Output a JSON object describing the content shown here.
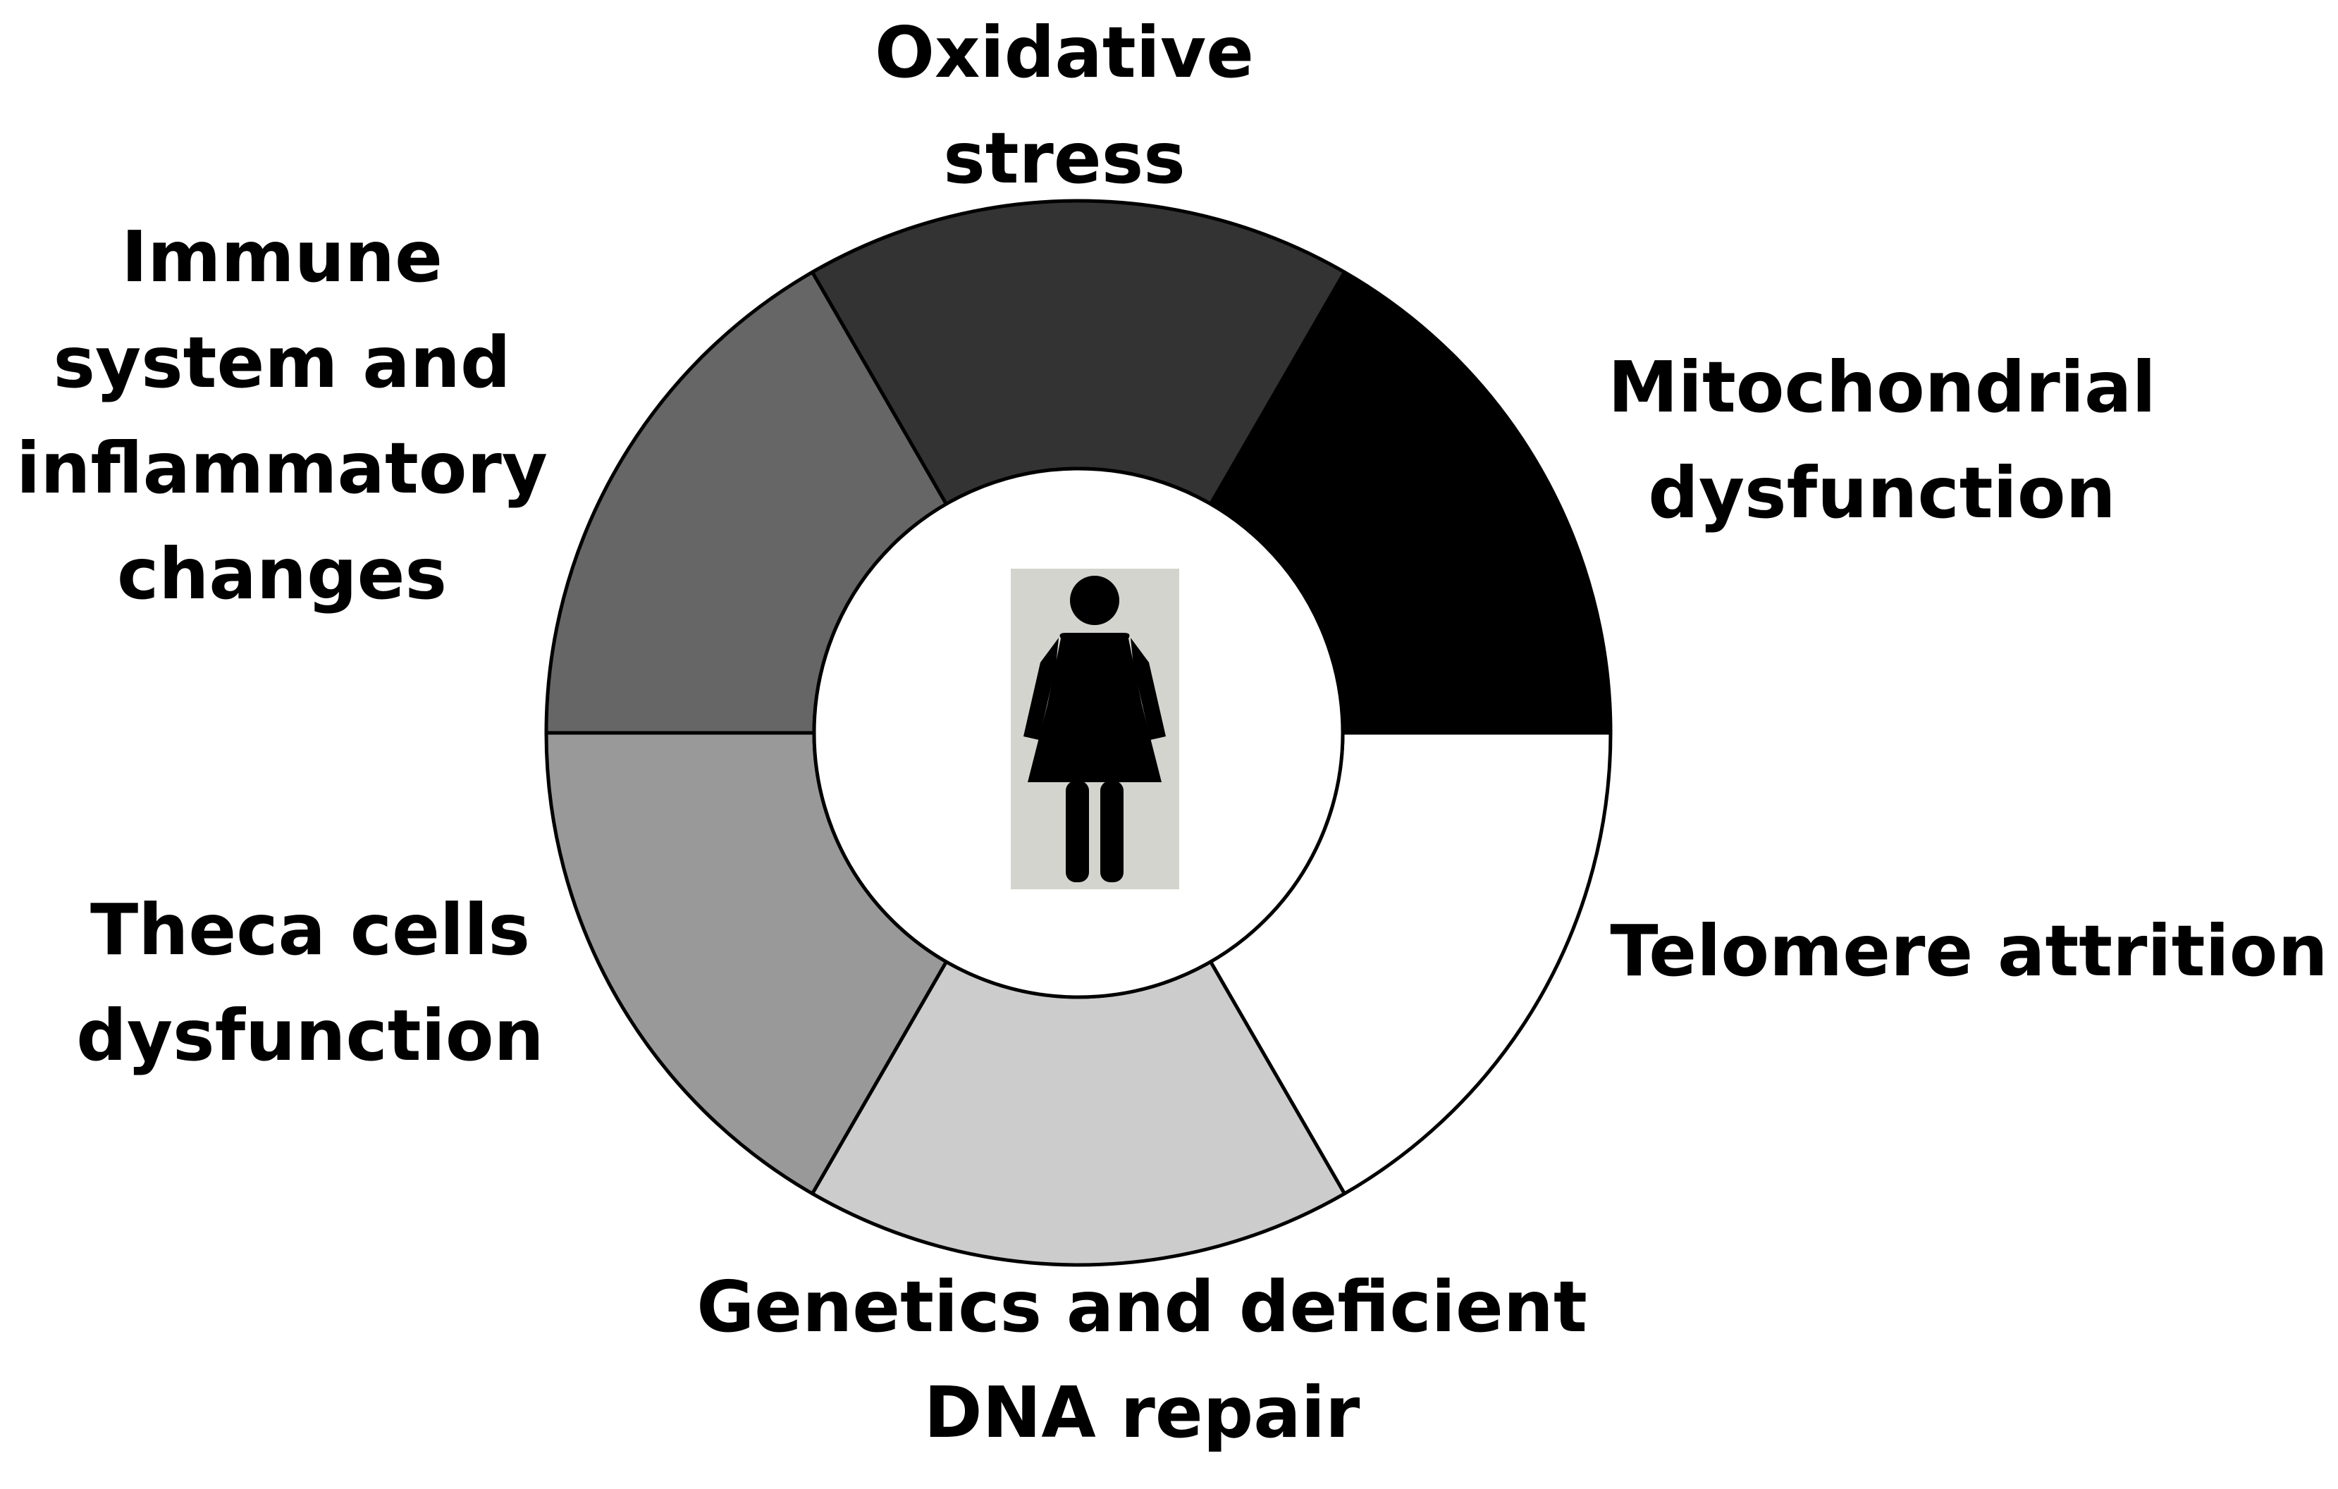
{
  "segments": [
    {
      "id": "mitochondrial",
      "label_lines": [
        "Mitochondrial",
        "dysfunction"
      ],
      "fill": "#000000"
    },
    {
      "id": "telomere",
      "label_lines": [
        "Telomere attrition"
      ],
      "fill": "#ffffff"
    },
    {
      "id": "genetics",
      "label_lines": [
        "Genetics and deficient",
        "DNA repair"
      ],
      "fill": "#cccccc"
    },
    {
      "id": "theca",
      "label_lines": [
        "Theca cells",
        "dysfunction"
      ],
      "fill": "#999999"
    },
    {
      "id": "immune",
      "label_lines": [
        "Immune",
        "system and",
        "inflammatory",
        "changes"
      ],
      "fill": "#666666"
    },
    {
      "id": "oxidative",
      "label_lines": [
        "Oxidative",
        "stress"
      ],
      "fill": "#333333"
    }
  ],
  "center": {
    "icon": "woman-icon",
    "icon_background": "#d4d4cf",
    "icon_color": "#000000"
  },
  "colors": {
    "ring_stroke": "#000000",
    "background": "#ffffff"
  }
}
